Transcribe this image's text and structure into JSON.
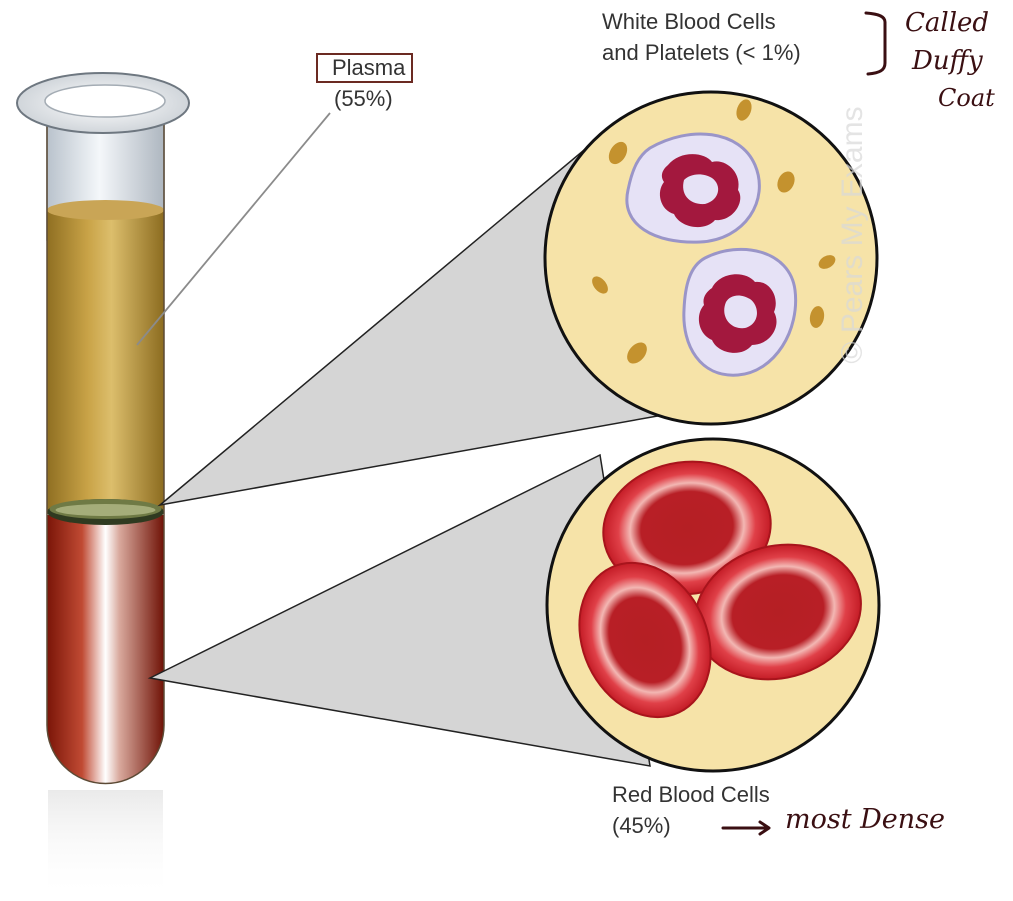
{
  "labels": {
    "plasma": {
      "title": "Plasma",
      "percent": "(55%)"
    },
    "wbc": {
      "line1": "White Blood Cells",
      "line2": "and Platelets (< 1%)"
    },
    "rbc": {
      "line1": "Red Blood Cells",
      "line2": "(45%)"
    }
  },
  "annotations": {
    "buffy_line1": "Called",
    "buffy_line2": "Duffy",
    "buffy_line3": "Coat",
    "arrow": "→",
    "dense": "most Dense"
  },
  "watermark": "© Pears My Exams",
  "colors": {
    "plasma": "#b89232",
    "plasma_light": "#d8b865",
    "red_blood": "#9c1f12",
    "circle_bg": "#f6e3a8",
    "rbc_fill": "#c8202a",
    "wbc_cytoplasm": "#e6e2f6",
    "wbc_nucleus": "#a3183e",
    "platelet": "#c4922e",
    "handwriting": "#3a0f12"
  }
}
